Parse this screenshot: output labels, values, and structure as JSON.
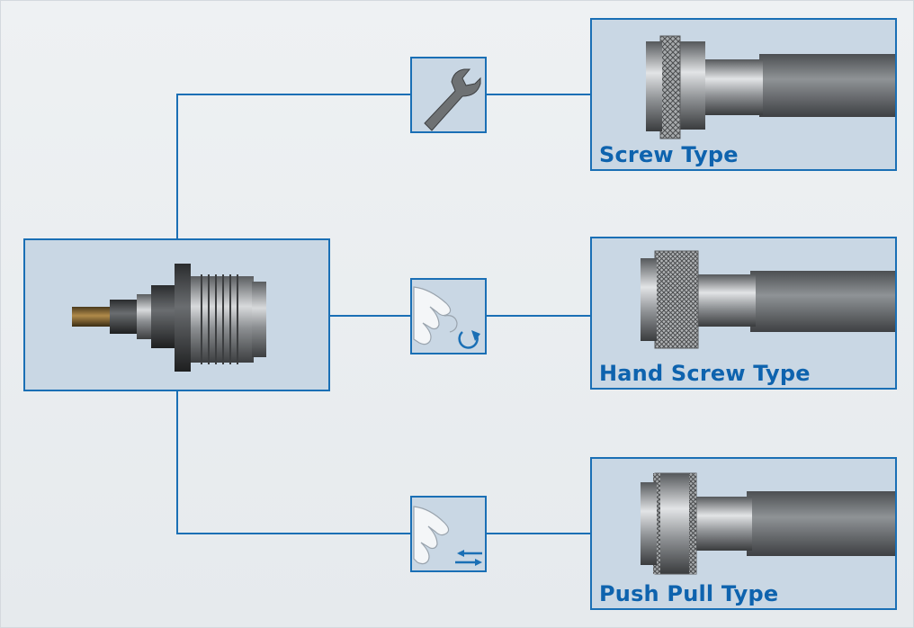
{
  "diagram": {
    "options": [
      {
        "id": "screw",
        "label": "Screw Type",
        "tool_icon": "wrench-icon"
      },
      {
        "id": "hand-screw",
        "label": "Hand Screw Type",
        "tool_icon": "hand-rotate-icon"
      },
      {
        "id": "push-pull",
        "label": "Push Pull Type",
        "tool_icon": "hand-push-pull-icon"
      }
    ],
    "colors": {
      "line": "#1a6fb5",
      "box_fill": "#c9d7e4",
      "label": "#0e63ae"
    }
  }
}
